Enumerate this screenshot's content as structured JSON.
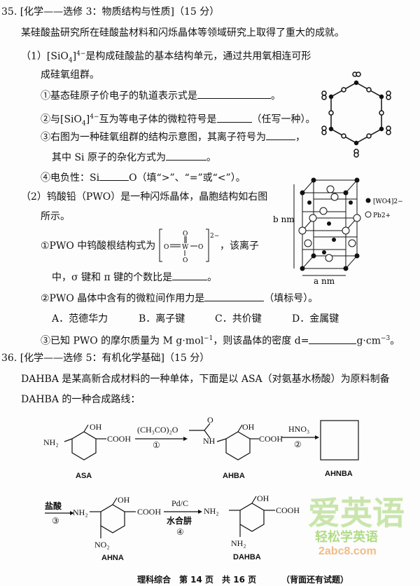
{
  "q35": {
    "title": "35. [化学——选修 3：物质结构与性质]（15 分）",
    "intro": "某硅酸盐研究所在硅酸盐材料和闪烁晶体等领域研究上取得了重大的成就。",
    "p1_a": "（1）[SiO",
    "p1_b": "是构成硅酸盐的基本结构单元，通过共用氧相连可形",
    "p1_c": "成硅氧组群。",
    "q1": "①基态硅原子价电子的轨道表示式是",
    "q2_a": "②与[SiO",
    "q2_b": "互为等电子体的微粒符号是",
    "q2_c": "（任写一种）。",
    "q3_a": "③右图为一种硅氧组群的结构示意图，其离子符号为",
    "q3_b": "其中 Si 原子的杂化方式为",
    "q4_a": "④电负性：Si",
    "q4_b": "O（填“>”、“=”或“<”）。",
    "p2_a": "（2）钨酸铅（PWO）是一种闪烁晶体，晶胞结构如右图",
    "p2_b": "所示。",
    "s1_a": "①PWO 中钨酸根结构式为",
    "s1_b": "，该离子",
    "s1_c": "中，σ 键和 π 键的个数比是",
    "s2": "②PWO 晶体中含有的微粒间作用力是",
    "s2_tail": "（填标号）。",
    "options": [
      "A．范德华力",
      "B．离子键",
      "C．共价键",
      "D．金属键"
    ],
    "s3_a": "③已知 PWO 的摩尔质量为 M g·mol",
    "s3_b": "，则该晶体的密度 d=",
    "s3_c": "g·cm",
    "sup_4minus": "4−",
    "sup_2minus": "2−",
    "sup_m1": "−1",
    "sup_m3": "−3",
    "tungstate": {
      "O": "O",
      "W": "W"
    },
    "crystal": {
      "legend_wo4": "[WO4]2−",
      "legend_pb": "Pb2+",
      "b_label": "b nm",
      "a_label": "a nm"
    }
  },
  "q36": {
    "title": "36. [化学——选修 5：有机化学基础]（15 分）",
    "intro1": "DAHBA 是某高新合成材料的一种单体，下面是以 ASA（对氨基水杨酸）为原料制备",
    "intro2": "DAHBA 的一种合成路线：",
    "groups": {
      "OH": "OH",
      "NH2": "NH₂",
      "COOH": "COOH",
      "NH": "NH",
      "O": "O",
      "NO2": "NO₂"
    },
    "step1": {
      "reagent": "(CH₃CO)₂O",
      "num": "①"
    },
    "step2": {
      "reagent": "HNO₃",
      "num": "②"
    },
    "step3": {
      "reagent": "盐酸",
      "num": "③"
    },
    "step4": {
      "reagent": "Pd/C",
      "reagent2": "水合肼",
      "num": "④"
    },
    "names": [
      "ASA",
      "AHBA",
      "AHNBA",
      "AHNA",
      "DAHBA"
    ]
  },
  "watermark": {
    "logo": "爱英语",
    "slogan": "轻松学英语",
    "site": "2abc8.com"
  },
  "footer": {
    "text": "理科综合　第 14 页　共 16 页",
    "note": "（背面还有试题）"
  }
}
